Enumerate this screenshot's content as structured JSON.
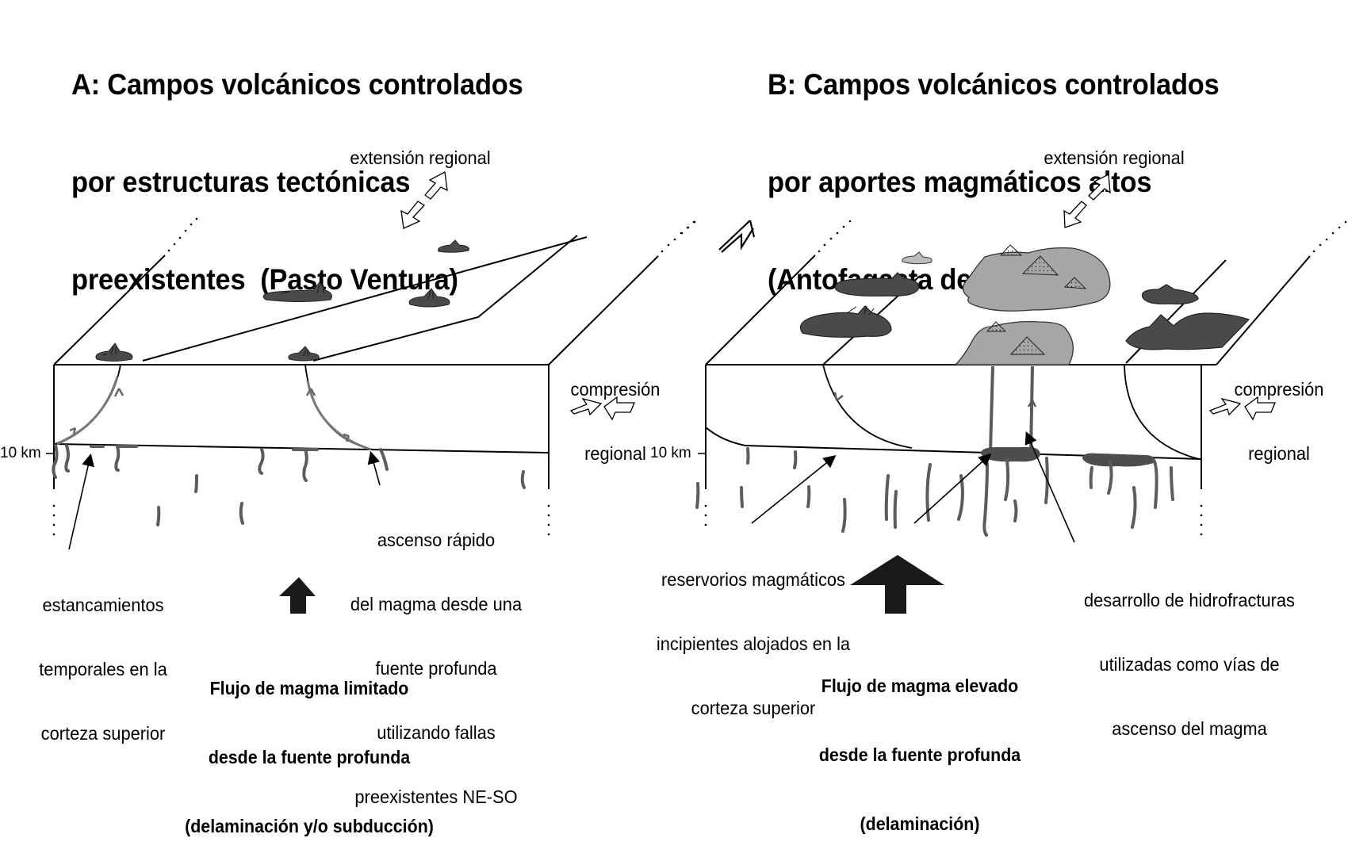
{
  "panel_a": {
    "title_lines": [
      "A: Campos volcánicos controlados",
      "por estructuras tectónicas",
      "preexistentes  (Pasto Ventura)"
    ],
    "extension_label": "extensión regional",
    "compression_label": [
      "compresión",
      "regional"
    ],
    "depth_label": "10 km",
    "left_annotation": [
      "estancamientos",
      "temporales en la",
      "corteza superior"
    ],
    "right_annotation": [
      "ascenso rápido",
      "del magma desde una",
      "fuente profunda",
      "utilizando fallas",
      "preexistentes NE-SO"
    ],
    "flux_label": [
      "Flujo de magma limitado",
      "desde la fuente profunda",
      "(delaminación y/o subducción)"
    ]
  },
  "panel_b": {
    "title_lines": [
      "B: Campos volcánicos controlados",
      "por aportes magmáticos altos",
      "(Antofagasta de la Sierra)"
    ],
    "extension_label": "extensión regional",
    "compression_label": [
      "compresión",
      "regional"
    ],
    "depth_label": "10 km",
    "north_symbol": "N",
    "left_annotation": [
      "reservorios magmáticos",
      "incipientes alojados en la",
      "corteza superior"
    ],
    "right_annotation": [
      "desarrollo de hidrofracturas",
      "utilizadas como vías de",
      "ascenso del magma"
    ],
    "flux_label": [
      "Flujo de magma elevado",
      "desde la fuente profunda",
      "(delaminación)"
    ]
  },
  "colors": {
    "dark_lava": "#4a4a4a",
    "light_lava": "#a6a6a6",
    "dike": "#5a5a5a",
    "line": "#000000"
  }
}
